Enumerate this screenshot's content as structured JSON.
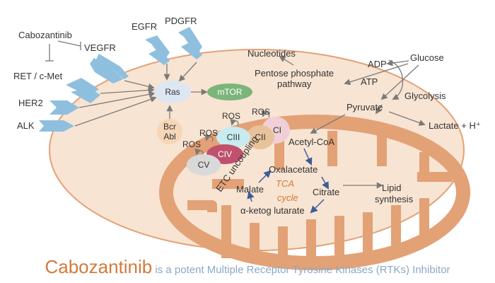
{
  "footer": {
    "drug": "Cabozantinib",
    "rest": " is a potent Multiple Receptor Tyrosine Kinases (RTKs) Inhibitor"
  },
  "labels": {
    "cabozantinib": "Cabozantinib",
    "vegfr": "VEGFR",
    "egfr": "EGFR",
    "pdgfr": "PDGFR",
    "ret_cmet": "RET / c-Met",
    "her2": "HER2",
    "alk": "ALK",
    "nucleotides": "Nucleotides",
    "pentose_1": "Pentose phosphate",
    "pentose_2": "pathway",
    "adp": "ADP",
    "atp": "ATP",
    "glucose": "Glucose",
    "glycolysis": "Glycolysis",
    "pyruvate": "Pyruvate",
    "lactate": "Lactate + H⁺",
    "acetyl_coa": "Acetyl-CoA",
    "oxalacetate": "Oxalacetate",
    "malate": "Malate",
    "citrate": "Citrate",
    "akg": "α-ketog lutarate",
    "tca": "TCA",
    "cycle": "cycle",
    "lipid_1": "Lipid",
    "lipid_2": "synthesis",
    "etc": "ETC uncoupling",
    "ros": "ROS"
  },
  "nodes": {
    "ras": "Ras",
    "mtor": "mTOR",
    "bcr": "Bcr",
    "abl": "Abl",
    "ci": "CI",
    "cii": "CII",
    "ciii": "CIII",
    "civ": "CIV",
    "cv": "CV"
  },
  "colors": {
    "cell_fill": "#f8e4d2",
    "cell_stroke": "#e3a176",
    "mito": "#e3a176",
    "receptor": "#8ebfdf",
    "ras": "#dde7f2",
    "mtor": "#7cb57a",
    "bcr_abl": "#f6d6b6",
    "ci": "#f0cfd6",
    "cii": "#e8c29a",
    "ciii": "#c7ebf0",
    "civ": "#c0506e",
    "cv": "#d9d9d9",
    "arrow": "#7a7a7a",
    "tca_arrow": "#3d5c9a",
    "title_orange": "#d27a3c",
    "footer_blue": "#8aa9c6"
  }
}
